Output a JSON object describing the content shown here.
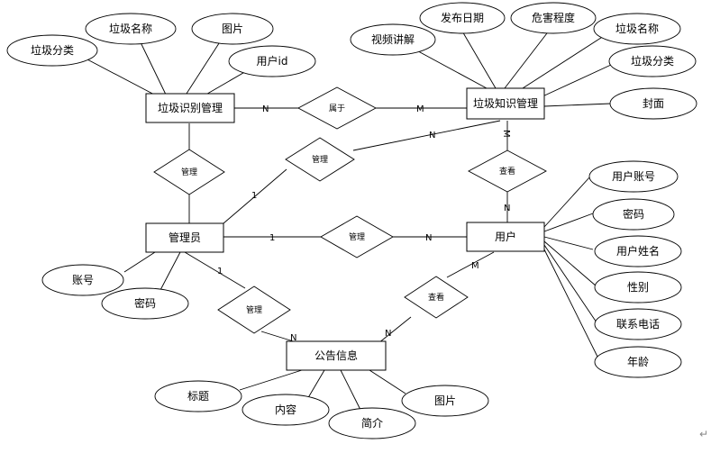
{
  "entities": [
    {
      "id": "garbage_id_mgmt",
      "label": "垃圾识别管理"
    },
    {
      "id": "garbage_knowledge",
      "label": "垃圾知识管理"
    },
    {
      "id": "admin",
      "label": "管理员"
    },
    {
      "id": "user",
      "label": "用户"
    },
    {
      "id": "notice",
      "label": "公告信息"
    }
  ],
  "relationships": [
    {
      "id": "belongs",
      "label": "属于"
    },
    {
      "id": "manage_knowledge",
      "label": "管理"
    },
    {
      "id": "manage_id",
      "label": "管理"
    },
    {
      "id": "view_knowledge",
      "label": "查看"
    },
    {
      "id": "manage_user",
      "label": "管理"
    },
    {
      "id": "manage_notice",
      "label": "管理"
    },
    {
      "id": "view_notice",
      "label": "查看"
    }
  ],
  "attributes": [
    {
      "id": "a_fenlei1",
      "label": "垃圾分类"
    },
    {
      "id": "a_mingcheng1",
      "label": "垃圾名称"
    },
    {
      "id": "a_tupian1",
      "label": "图片"
    },
    {
      "id": "a_yonghuid",
      "label": "用户id"
    },
    {
      "id": "a_shipin",
      "label": "视频讲解"
    },
    {
      "id": "a_fabu",
      "label": "发布日期"
    },
    {
      "id": "a_weihai",
      "label": "危害程度"
    },
    {
      "id": "a_mingcheng2",
      "label": "垃圾名称"
    },
    {
      "id": "a_fenlei2",
      "label": "垃圾分类"
    },
    {
      "id": "a_fengmian",
      "label": "封面"
    },
    {
      "id": "a_zhanghao_u",
      "label": "用户账号"
    },
    {
      "id": "a_mima_u",
      "label": "密码"
    },
    {
      "id": "a_xingming",
      "label": "用户姓名"
    },
    {
      "id": "a_xingbie",
      "label": "性别"
    },
    {
      "id": "a_dianhua",
      "label": "联系电话"
    },
    {
      "id": "a_nianling",
      "label": "年龄"
    },
    {
      "id": "a_zhanghao_a",
      "label": "账号"
    },
    {
      "id": "a_mima_a",
      "label": "密码"
    },
    {
      "id": "a_biaoti",
      "label": "标题"
    },
    {
      "id": "a_neirong",
      "label": "内容"
    },
    {
      "id": "a_jianjie",
      "label": "简介"
    },
    {
      "id": "a_tupian2",
      "label": "图片"
    }
  ],
  "cardinalities": [
    {
      "id": "c_belongs_n",
      "label": "N"
    },
    {
      "id": "c_belongs_m",
      "label": "M"
    },
    {
      "id": "c_know_n",
      "label": "N"
    },
    {
      "id": "c_admin_1",
      "label": "1"
    },
    {
      "id": "c_view_m",
      "label": "M"
    },
    {
      "id": "c_view_n",
      "label": "N"
    },
    {
      "id": "c_mu_1",
      "label": "1"
    },
    {
      "id": "c_mu_n",
      "label": "N"
    },
    {
      "id": "c_mn_1",
      "label": "1"
    },
    {
      "id": "c_mn_n",
      "label": "N"
    },
    {
      "id": "c_vn_m",
      "label": "M"
    },
    {
      "id": "c_vn_n",
      "label": "N"
    }
  ],
  "page_marks": {
    "return_mark": "↵"
  }
}
